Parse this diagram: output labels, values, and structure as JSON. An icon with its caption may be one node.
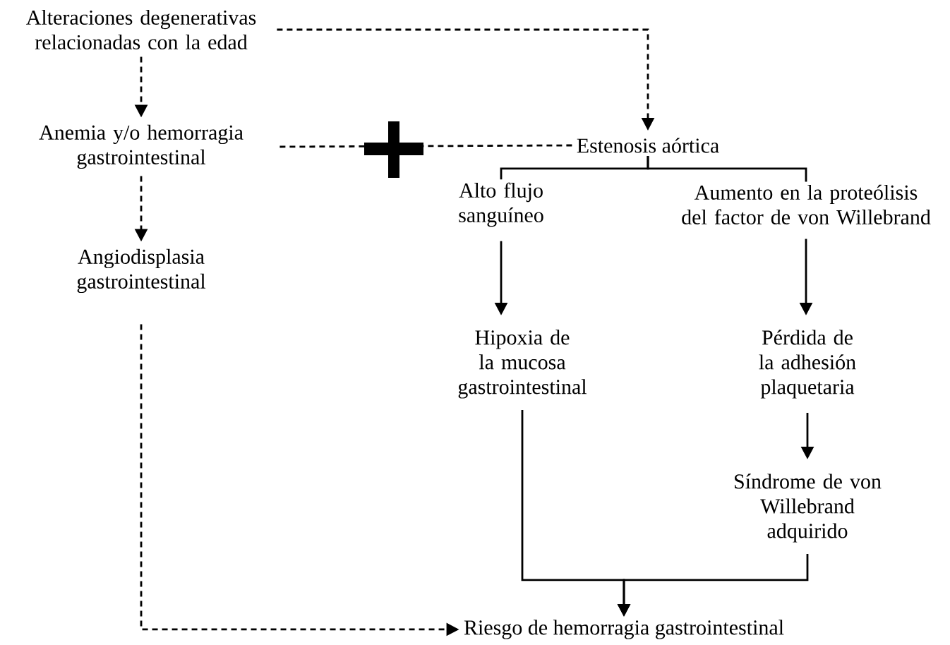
{
  "diagram": {
    "nodes": [
      {
        "text": [
          "Alteraciones degenerativas relacionadas con la edad"
        ]
      },
      {
        "text": [
          "Anemia y/o hemorragia gastrointestinal"
        ]
      },
      {
        "text": [
          "Angiodisplasia gastrointestinal"
        ]
      },
      {
        "text": [
          "Estenosis aórtica"
        ]
      },
      {
        "text": [
          "Alto flujo sanguíneo"
        ]
      },
      {
        "text": [
          "Aumento en la proteólisis del factor de von Willebrand"
        ]
      },
      {
        "text": [
          "Hipoxia de la mucosa gastrointestinal"
        ]
      },
      {
        "text": [
          "Pérdida de la adhesión plaquetaria"
        ]
      },
      {
        "text": [
          "Síndrome de von Willebrand adquirido"
        ]
      },
      {
        "text": [
          "Riesgo de hemorragia gastrointestinal"
        ]
      }
    ],
    "edges": [
      {
        "from": 0,
        "to": 1,
        "arrow": "to",
        "style": "dashed"
      },
      {
        "from": 1,
        "to": 2,
        "arrow": "to",
        "style": "dashed"
      },
      {
        "from": 0,
        "to": 3,
        "arrow": "to",
        "style": "dashed"
      },
      {
        "from": 1,
        "to": 3,
        "arrow": "none",
        "style": "dashed"
      },
      {
        "from": 3,
        "to": 4,
        "arrow": "none"
      },
      {
        "from": 3,
        "to": 5,
        "arrow": "none"
      },
      {
        "from": 4,
        "to": 6,
        "arrow": "to"
      },
      {
        "from": 5,
        "to": 7,
        "arrow": "to"
      },
      {
        "from": 7,
        "to": 8,
        "arrow": "to"
      },
      {
        "from": 6,
        "to": 9,
        "arrow": "to"
      },
      {
        "from": 8,
        "to": 9,
        "arrow": "to"
      },
      {
        "from": 2,
        "to": 9,
        "arrow": "to",
        "style": "dashed"
      }
    ]
  }
}
